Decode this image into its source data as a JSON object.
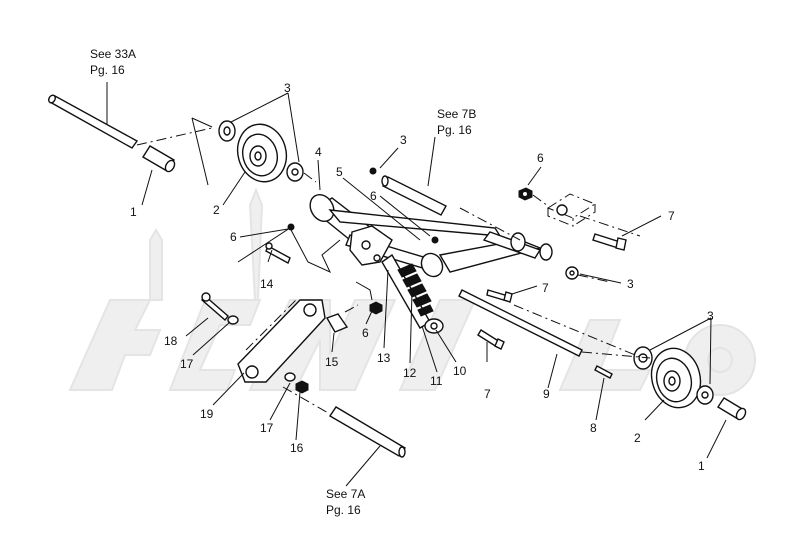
{
  "watermark": {
    "text": ""
  },
  "references": {
    "top_left": {
      "line1": "See 33A",
      "line2": "Pg. 16"
    },
    "top_center": {
      "line1": "See 7B",
      "line2": "Pg. 16"
    },
    "bottom": {
      "line1": "See 7A",
      "line2": "Pg. 16"
    }
  },
  "callouts": {
    "c1_left": "1",
    "c2_left": "2",
    "c3_top": "3",
    "c4": "4",
    "c5": "5",
    "c6_upper": "6",
    "c6_left": "6",
    "c6_center": "6",
    "c6_mid": "6",
    "c3_center": "3",
    "c3_right_mid": "3",
    "c3_right": "3",
    "c7_right": "7",
    "c7_mid": "7",
    "c7_bottom": "7",
    "c8": "8",
    "c9": "9",
    "c10": "10",
    "c11": "11",
    "c12": "12",
    "c13": "13",
    "c14": "14",
    "c15": "15",
    "c16": "16",
    "c17_upper": "17",
    "c17_lower": "17",
    "c18": "18",
    "c19": "19",
    "c2_right": "2",
    "c1_right": "1"
  }
}
